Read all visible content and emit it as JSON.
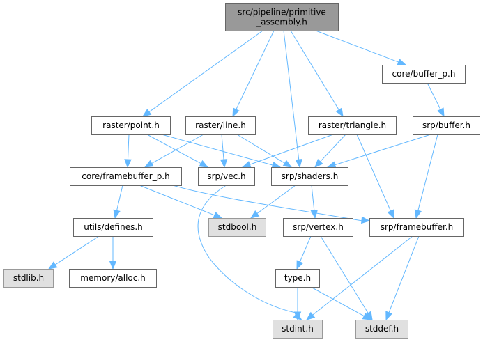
{
  "diagram": {
    "type": "include-dependency-graph",
    "colors": {
      "edge": "#63b8ff",
      "root_fill": "#999999",
      "root_stroke": "#666666",
      "node_fill": "#ffffff",
      "node_stroke": "#666666",
      "system_fill": "#e0e0e0",
      "system_stroke": "#999999"
    },
    "nodes": [
      {
        "id": "root",
        "label_lines": [
          "src/pipeline/primitive",
          "_assembly.h"
        ],
        "kind": "root"
      },
      {
        "id": "buffer_p",
        "label_lines": [
          "core/buffer_p.h"
        ],
        "kind": "normal"
      },
      {
        "id": "point",
        "label_lines": [
          "raster/point.h"
        ],
        "kind": "normal"
      },
      {
        "id": "line",
        "label_lines": [
          "raster/line.h"
        ],
        "kind": "normal"
      },
      {
        "id": "triangle",
        "label_lines": [
          "raster/triangle.h"
        ],
        "kind": "normal"
      },
      {
        "id": "buffer",
        "label_lines": [
          "srp/buffer.h"
        ],
        "kind": "normal"
      },
      {
        "id": "framebuffer_p",
        "label_lines": [
          "core/framebuffer_p.h"
        ],
        "kind": "normal"
      },
      {
        "id": "vec",
        "label_lines": [
          "srp/vec.h"
        ],
        "kind": "normal"
      },
      {
        "id": "shaders",
        "label_lines": [
          "srp/shaders.h"
        ],
        "kind": "normal"
      },
      {
        "id": "defines",
        "label_lines": [
          "utils/defines.h"
        ],
        "kind": "normal"
      },
      {
        "id": "stdbool",
        "label_lines": [
          "stdbool.h"
        ],
        "kind": "system"
      },
      {
        "id": "vertex",
        "label_lines": [
          "srp/vertex.h"
        ],
        "kind": "normal"
      },
      {
        "id": "framebuffer",
        "label_lines": [
          "srp/framebuffer.h"
        ],
        "kind": "normal"
      },
      {
        "id": "stdlib",
        "label_lines": [
          "stdlib.h"
        ],
        "kind": "system"
      },
      {
        "id": "alloc",
        "label_lines": [
          "memory/alloc.h"
        ],
        "kind": "normal"
      },
      {
        "id": "type",
        "label_lines": [
          "type.h"
        ],
        "kind": "normal"
      },
      {
        "id": "stdint",
        "label_lines": [
          "stdint.h"
        ],
        "kind": "system"
      },
      {
        "id": "stddef",
        "label_lines": [
          "stddef.h"
        ],
        "kind": "system"
      }
    ],
    "edges": [
      {
        "from": "root",
        "to": "point"
      },
      {
        "from": "root",
        "to": "line"
      },
      {
        "from": "root",
        "to": "shaders"
      },
      {
        "from": "root",
        "to": "triangle"
      },
      {
        "from": "root",
        "to": "buffer_p"
      },
      {
        "from": "buffer_p",
        "to": "buffer"
      },
      {
        "from": "point",
        "to": "framebuffer_p"
      },
      {
        "from": "point",
        "to": "vec"
      },
      {
        "from": "point",
        "to": "shaders"
      },
      {
        "from": "line",
        "to": "framebuffer_p"
      },
      {
        "from": "line",
        "to": "vec"
      },
      {
        "from": "line",
        "to": "shaders"
      },
      {
        "from": "triangle",
        "to": "vec"
      },
      {
        "from": "triangle",
        "to": "shaders"
      },
      {
        "from": "triangle",
        "to": "framebuffer"
      },
      {
        "from": "buffer",
        "to": "shaders"
      },
      {
        "from": "buffer",
        "to": "framebuffer"
      },
      {
        "from": "framebuffer_p",
        "to": "defines"
      },
      {
        "from": "framebuffer_p",
        "to": "stdbool"
      },
      {
        "from": "framebuffer_p",
        "to": "framebuffer"
      },
      {
        "from": "vec",
        "to": "stdint"
      },
      {
        "from": "shaders",
        "to": "stdbool"
      },
      {
        "from": "shaders",
        "to": "vertex"
      },
      {
        "from": "defines",
        "to": "stdlib"
      },
      {
        "from": "defines",
        "to": "alloc"
      },
      {
        "from": "vertex",
        "to": "type"
      },
      {
        "from": "vertex",
        "to": "stddef"
      },
      {
        "from": "framebuffer",
        "to": "stdint"
      },
      {
        "from": "framebuffer",
        "to": "stddef"
      },
      {
        "from": "type",
        "to": "stdint"
      },
      {
        "from": "type",
        "to": "stddef"
      }
    ]
  }
}
